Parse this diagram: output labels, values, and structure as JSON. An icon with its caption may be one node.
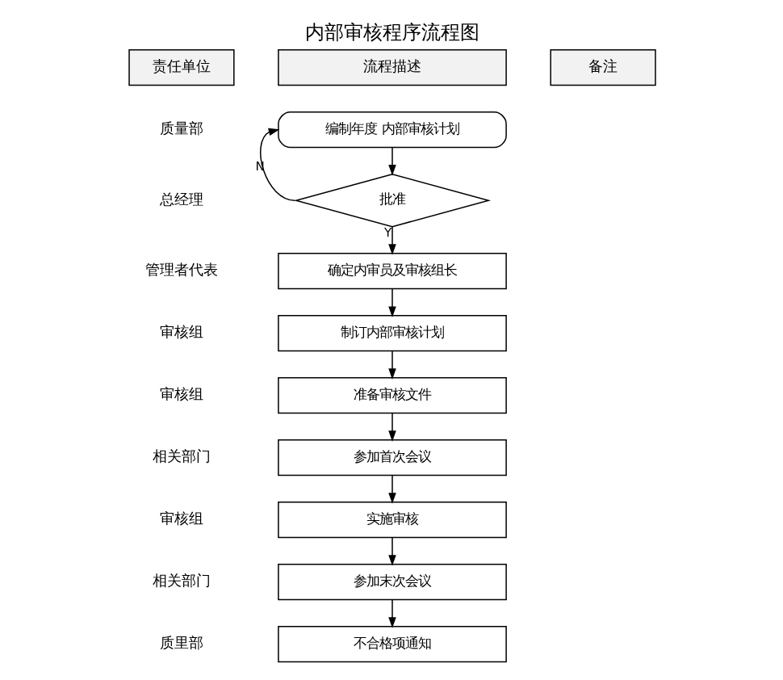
{
  "diagram": {
    "title": "内部审核程序流程图",
    "nodes": [
      {
        "text": [
          "编制年度 内部审核计划"
        ]
      },
      {
        "text": [
          "批准"
        ]
      },
      {
        "text": [
          "确定内审员及审核组长"
        ]
      },
      {
        "text": [
          "制订内部审核计划"
        ]
      },
      {
        "text": [
          "准备审核文件"
        ]
      },
      {
        "text": [
          "参加首次会议"
        ]
      },
      {
        "text": [
          "实施审核"
        ]
      },
      {
        "text": [
          "参加末次会议"
        ]
      },
      {
        "text": [
          "不合格项通知"
        ]
      }
    ],
    "edges": [
      {
        "from": 0,
        "to": 1,
        "arrow": "to"
      },
      {
        "from": 1,
        "to": 0,
        "arrow": "to",
        "label": "N"
      },
      {
        "from": 1,
        "to": 2,
        "arrow": "to",
        "label": "Y"
      },
      {
        "from": 2,
        "to": 3,
        "arrow": "to"
      },
      {
        "from": 3,
        "to": 4,
        "arrow": "to"
      },
      {
        "from": 4,
        "to": 5,
        "arrow": "to"
      },
      {
        "from": 5,
        "to": 6,
        "arrow": "to"
      },
      {
        "from": 6,
        "to": 7,
        "arrow": "to"
      },
      {
        "from": 7,
        "to": 8,
        "arrow": "to"
      }
    ],
    "labels": [
      "责任单位",
      "流程描述",
      "备注",
      "质量部",
      "总经理",
      "管理者代表",
      "审核组",
      "审核组",
      "相关部门",
      "审核组",
      "相关部门",
      "质里部"
    ]
  }
}
